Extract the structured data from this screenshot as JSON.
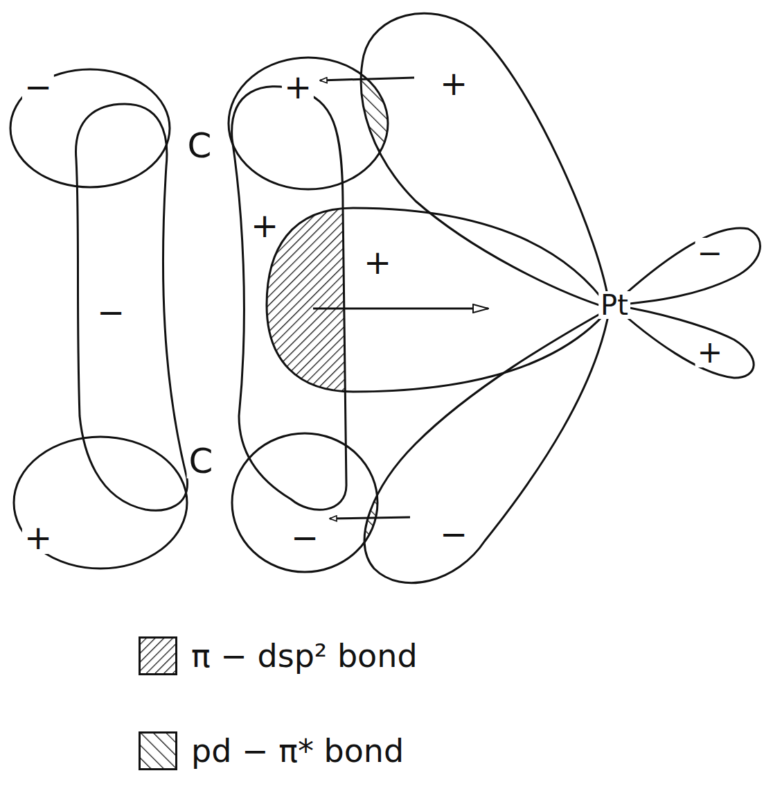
{
  "diagram": {
    "labels": [
      "−",
      "C",
      "+",
      "+",
      "+",
      "+",
      "−",
      "Pt",
      "−",
      "+",
      "C",
      "+",
      "−",
      "−"
    ],
    "legend": [
      {
        "text": "π − dsp² bond"
      },
      {
        "text": "pd − π* bond"
      }
    ]
  }
}
